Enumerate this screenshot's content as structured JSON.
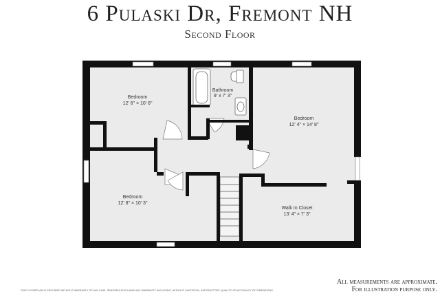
{
  "header": {
    "title": "6 Pulaski Dr, Fremont NH",
    "subtitle": "Second Floor"
  },
  "rooms": [
    {
      "id": "bedroom-nw",
      "name": "Bedroom",
      "dims": "12' 6\" × 10' 6\""
    },
    {
      "id": "bathroom",
      "name": "Bathroom",
      "dims": "9' x 7' 3\""
    },
    {
      "id": "bedroom-e",
      "name": "Bedroom",
      "dims": "12' 4\" × 14' 8\""
    },
    {
      "id": "bedroom-sw",
      "name": "Bedroom",
      "dims": "12' 8\" × 10' 3\""
    },
    {
      "id": "walk-in-closet",
      "name": "Walk In Closet",
      "dims": "13' 4\" × 7' 3\""
    }
  ],
  "footer": {
    "disclaimer": "THIS FLOORPLAN IS PROVIDED WITHOUT WARRANTY OF ANY KIND. SENSOPIA DISCLAIMS ANY WARRANTY INCLUDING, WITHOUT LIMITATION, SATISFACTORY QUALITY OR ACCURACY OF DIMENSIONS.",
    "note_line1": "All measurements are approximate.",
    "note_line2": "For illustration purpose only."
  },
  "colors": {
    "wall": "#111111",
    "floor": "#ebebeb",
    "window": "#ffffff"
  }
}
